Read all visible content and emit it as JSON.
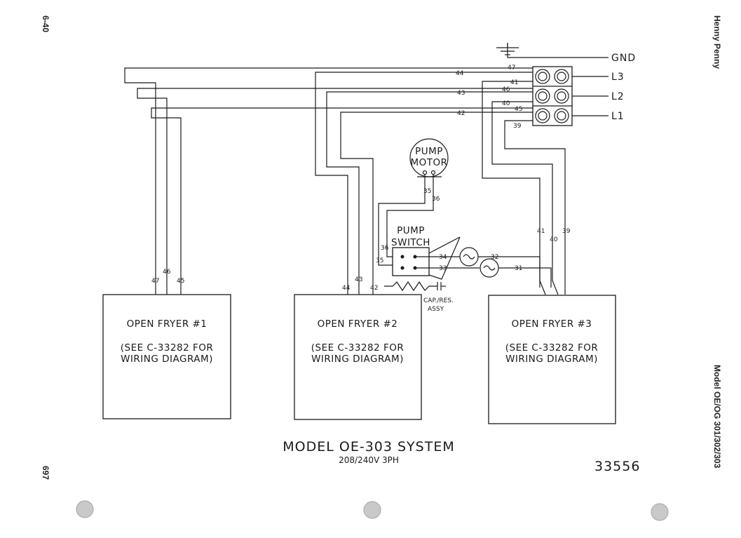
{
  "header": {
    "page_number": "6-40",
    "brand": "Henny Penny",
    "model": "Model OE/OG 301/302/303",
    "footer_page": "697"
  },
  "diagram": {
    "title": "MODEL OE-303 SYSTEM",
    "subtitle": "208/240V 3PH",
    "drawing_number": "33556",
    "terminals": [
      "GND",
      "L3",
      "L2",
      "L1"
    ],
    "pump_motor": [
      "PUMP",
      "MOTOR"
    ],
    "pump_switch": [
      "PUMP",
      "SWITCH"
    ],
    "cap_res": [
      "CAP./RES.",
      "ASSY"
    ],
    "fryers": [
      {
        "name": "OPEN FRYER #1",
        "note1": "(SEE C-33282 FOR",
        "note2": "WIRING DIAGRAM)"
      },
      {
        "name": "OPEN FRYER #2",
        "note1": "(SEE C-33282 FOR",
        "note2": "WIRING DIAGRAM)"
      },
      {
        "name": "OPEN FRYER #3",
        "note1": "(SEE C-33282 FOR",
        "note2": "WIRING DIAGRAM)"
      }
    ],
    "wires": {
      "w47": "47",
      "w44": "44",
      "w41": "41",
      "w46": "46",
      "w43": "43",
      "w40": "40",
      "w45": "45",
      "w42": "42",
      "w39": "39",
      "w35": "35",
      "w36": "36",
      "w34": "34",
      "w33": "33",
      "w32": "32",
      "w31": "31"
    }
  }
}
